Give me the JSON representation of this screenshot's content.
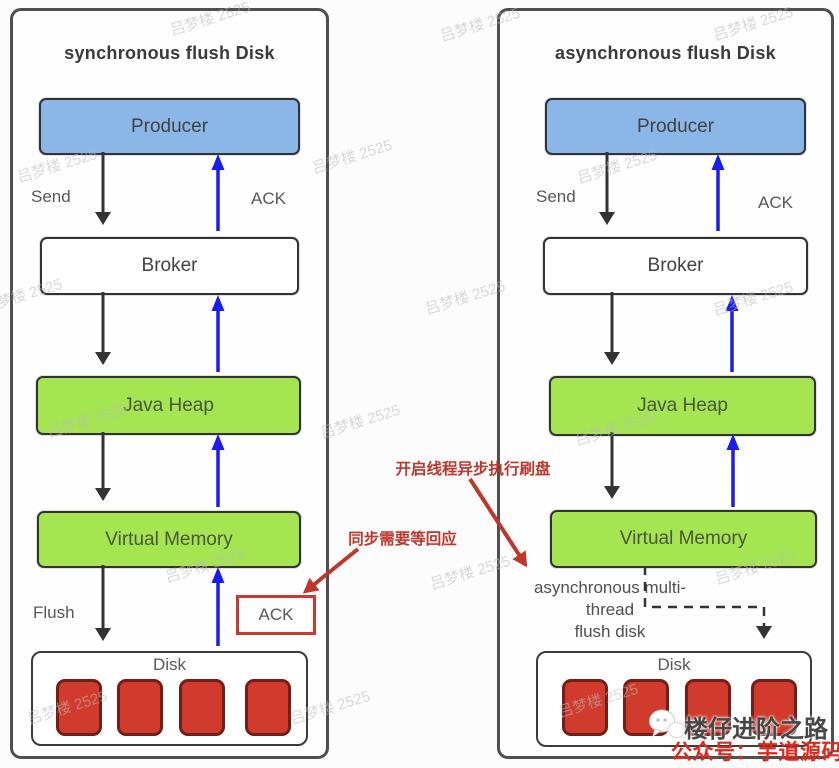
{
  "watermark": {
    "text": "吕梦楼 2525"
  },
  "footer": {
    "brand": "楼仔进阶之路",
    "account": "公众号：芋道源码"
  },
  "colors": {
    "producer_fill": "#8ab6e8",
    "memory_fill": "#a5e551",
    "disk_cell_fill": "#d03b2d",
    "ack_arrow_blue": "#1a1deb",
    "flow_arrow_black": "#333333",
    "annotation_red": "#bf362c"
  },
  "left_panel": {
    "title": "synchronous flush Disk",
    "producer": "Producer",
    "broker": "Broker",
    "java_heap": "Java Heap",
    "virtual_memory": "Virtual Memory",
    "disk_label": "Disk",
    "send_label": "Send",
    "ack_label": "ACK",
    "flush_label": "Flush",
    "ack_box_label": "ACK",
    "annotation": "同步需要等回应"
  },
  "right_panel": {
    "title": "asynchronous flush Disk",
    "producer": "Producer",
    "broker": "Broker",
    "java_heap": "Java Heap",
    "virtual_memory": "Virtual Memory",
    "disk_label": "Disk",
    "send_label": "Send",
    "ack_label": "ACK",
    "note_line1": "asynchronous multi-",
    "note_line2": "thread",
    "note_line3": "flush disk",
    "annotation": "开启线程异步执行刷盘"
  }
}
